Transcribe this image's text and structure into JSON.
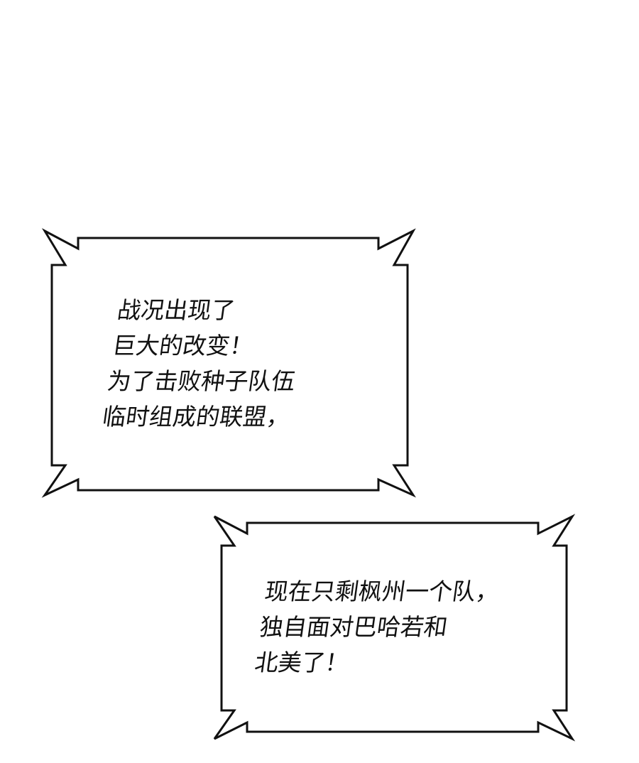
{
  "bubbles": [
    {
      "lines": [
        "战况出现了",
        "巨大的改变！",
        "为了击败种子队伍",
        "临时组成的联盟，"
      ]
    },
    {
      "lines": [
        "现在只剩枫州一个队，",
        "独自面对巴哈若和",
        "北美了！"
      ]
    }
  ],
  "colors": {
    "stroke": "#111111",
    "fill": "#ffffff"
  }
}
